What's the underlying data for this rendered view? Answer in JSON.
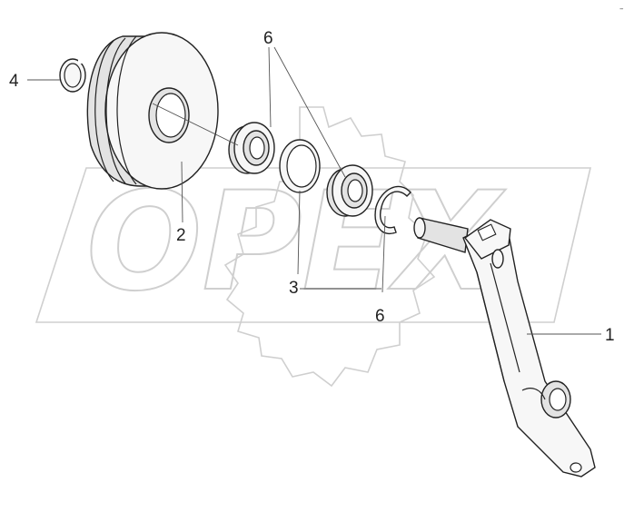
{
  "watermark": {
    "text": "OPEX"
  },
  "corner_mark": "–",
  "callouts": [
    {
      "id": "label-1",
      "text": "1"
    },
    {
      "id": "label-2",
      "text": "2"
    },
    {
      "id": "label-3",
      "text": "3"
    },
    {
      "id": "label-4",
      "text": "4"
    },
    {
      "id": "label-6-top",
      "text": "6"
    },
    {
      "id": "label-6-bottom",
      "text": "6"
    }
  ],
  "parts": [
    {
      "number": "1",
      "name": "lever-arm"
    },
    {
      "number": "2",
      "name": "pulley"
    },
    {
      "number": "3",
      "name": "spacer-ring"
    },
    {
      "number": "4",
      "name": "retaining-ring"
    },
    {
      "number": "6",
      "name": "bearing"
    }
  ]
}
